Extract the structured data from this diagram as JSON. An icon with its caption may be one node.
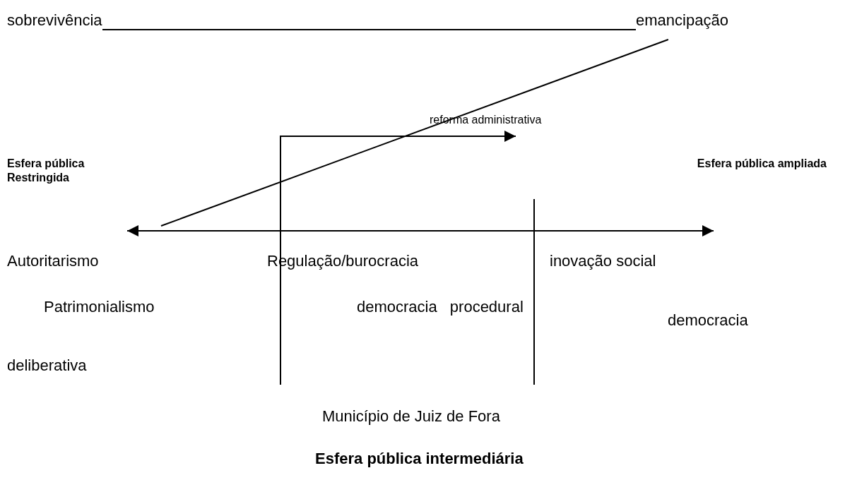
{
  "diagram": {
    "nodes": [
      {
        "text": [
          "sobrevivência"
        ]
      },
      {
        "text": [
          "emancipação"
        ]
      },
      {
        "text": [
          "reforma administrativa"
        ]
      }
    ],
    "edges": [
      {
        "from": 0,
        "to": 1,
        "arrow": "none"
      },
      {
        "from": 1,
        "to": null,
        "arrow": "none"
      },
      {
        "from": null,
        "to": 2,
        "arrow": "to"
      }
    ],
    "labels": [
      "Esfera pública Restringida",
      "Esfera pública ampliada",
      "Autoritarismo",
      "Regulação/burocracia",
      "inovação social",
      "Patrimonialismo",
      "democracia procedural",
      "democracia deliberativa",
      "Município de Juiz de Fora",
      "Esfera pública intermediária"
    ]
  }
}
